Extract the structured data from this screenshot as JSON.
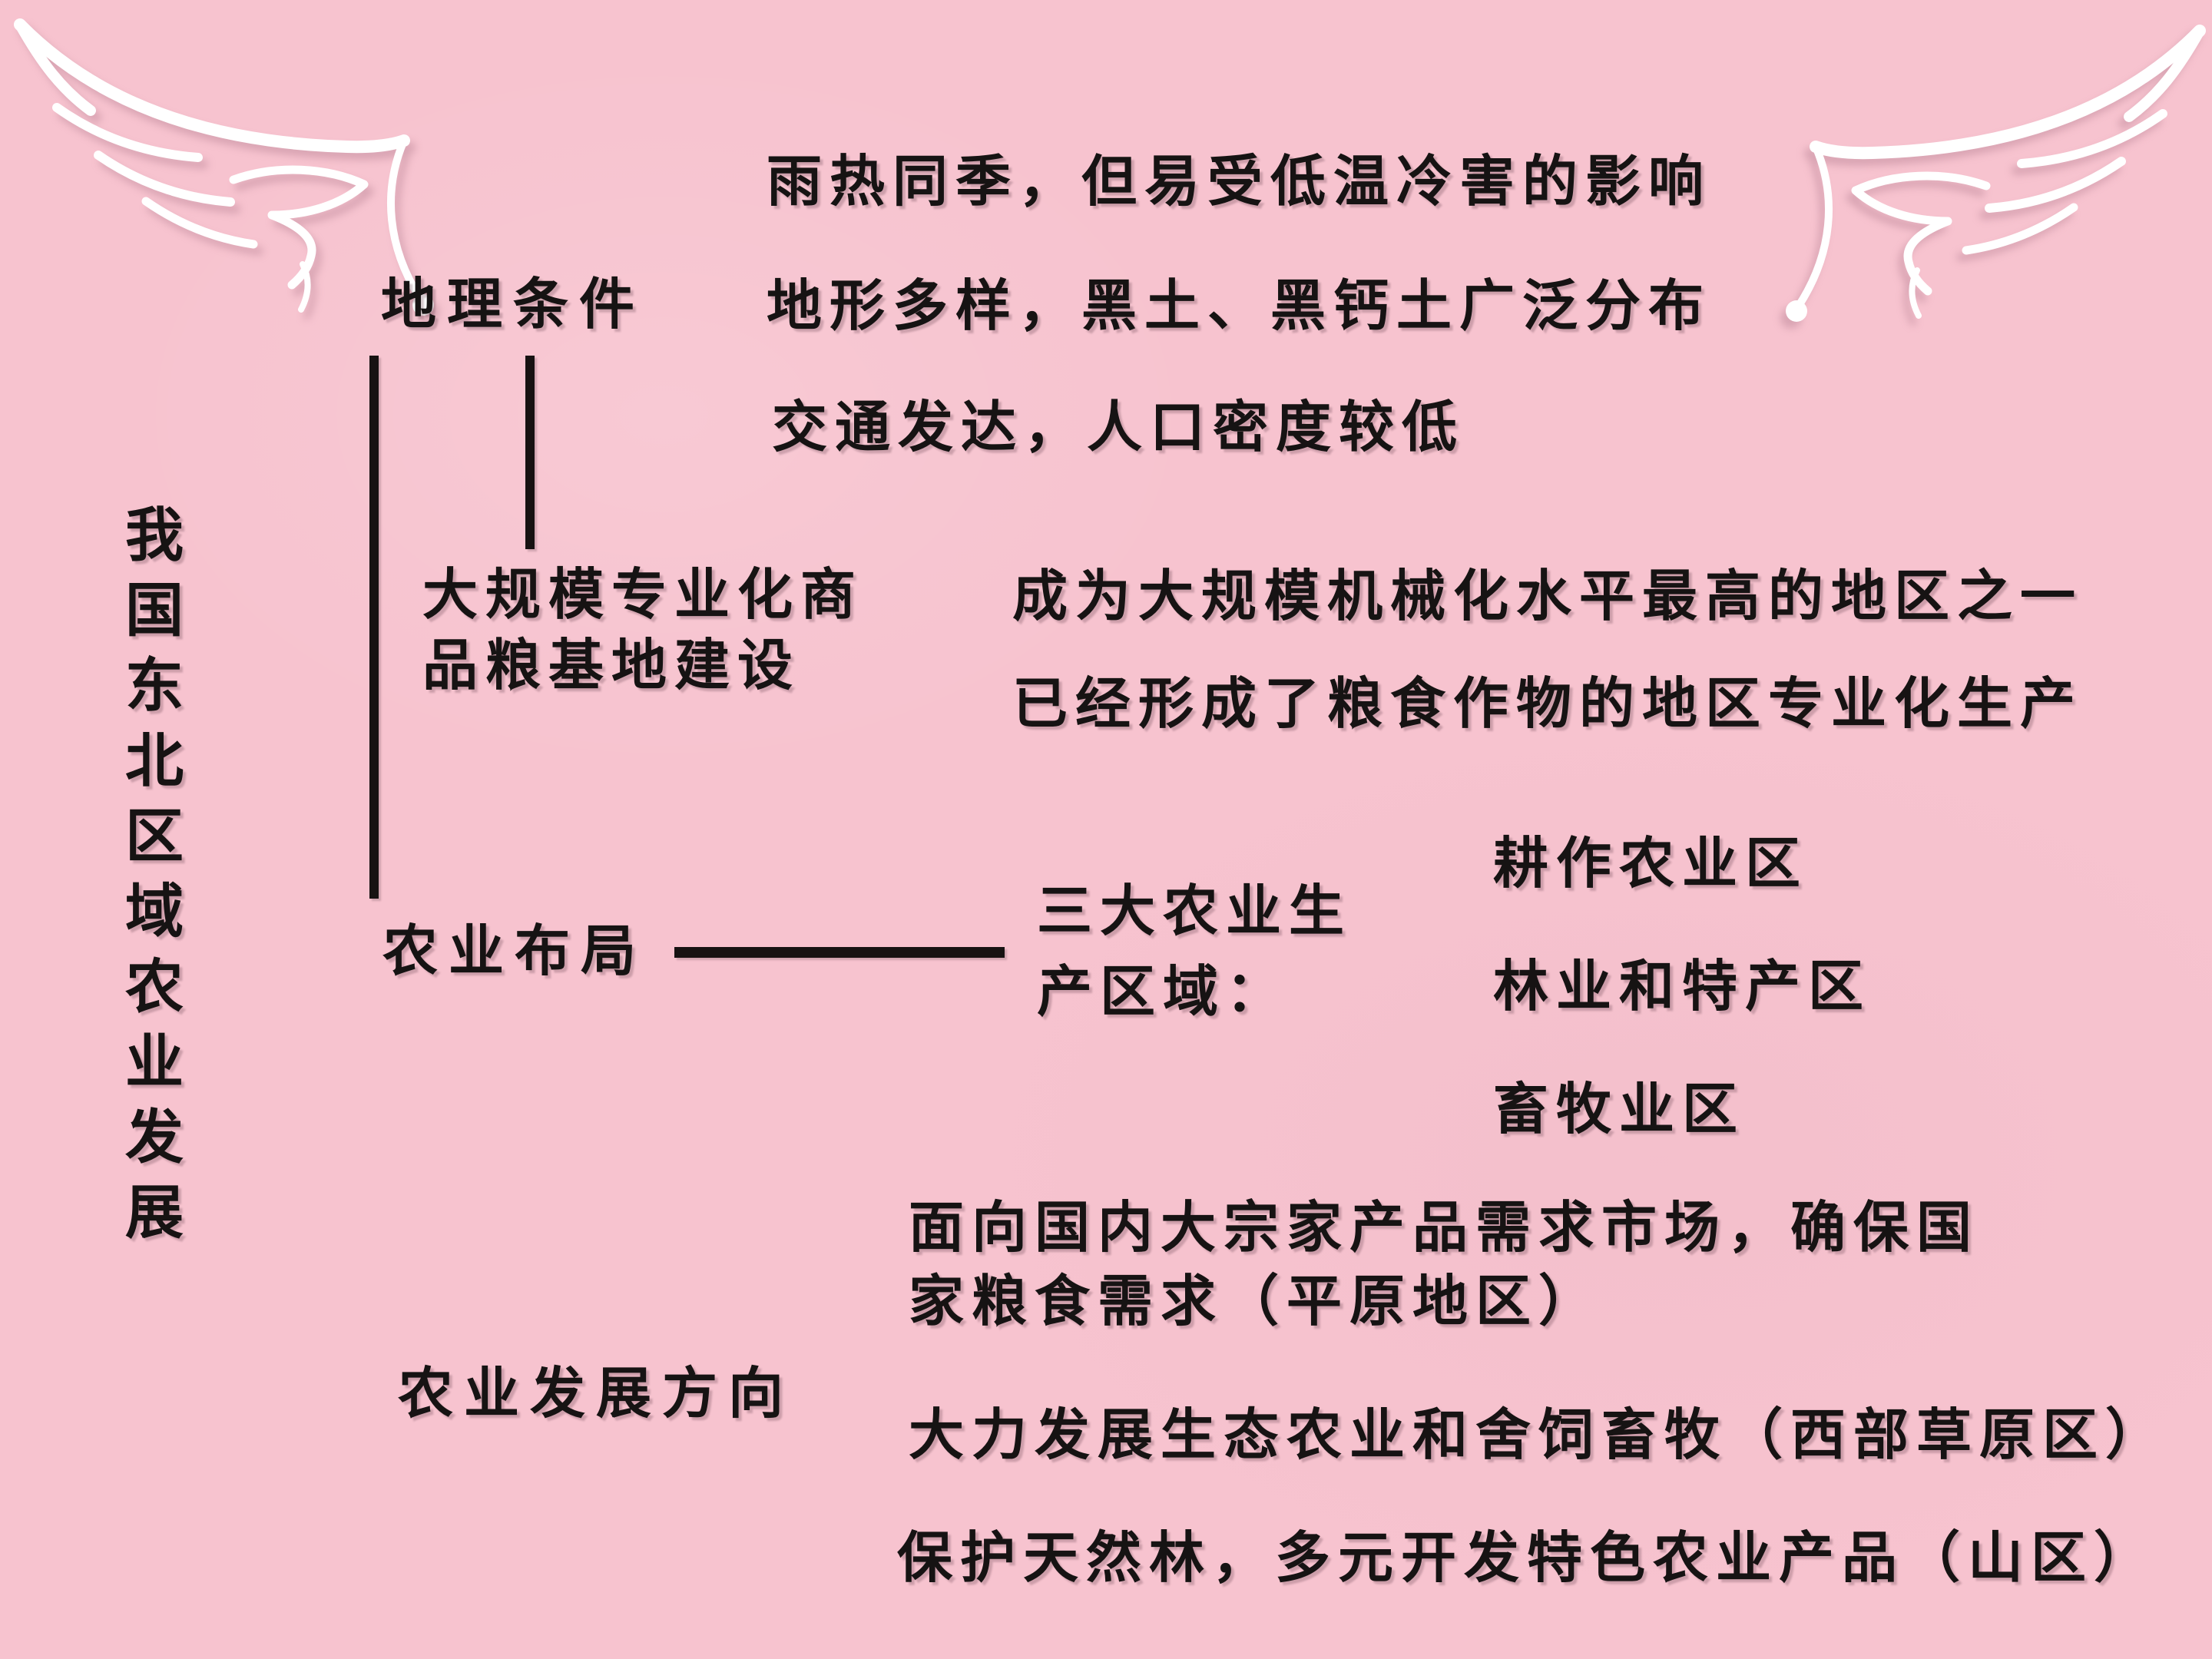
{
  "page": {
    "background_color": "#f7c3cf",
    "text_color": "#161313",
    "wing_color": "#ffffff",
    "title_vertical": "我国东北区域农业发展"
  },
  "sections": {
    "geography": {
      "label": "地理条件",
      "items": [
        "雨热同季，但易受低温冷害的影响",
        "地形多样，黑土、黑钙土广泛分布",
        "交通发达，人口密度较低"
      ]
    },
    "grain_base": {
      "label_lines": [
        "大规模专业化商",
        "品粮基地建设"
      ],
      "items": [
        "成为大规模机械化水平最高的地区之一",
        "已经形成了粮食作物的地区专业化生产"
      ]
    },
    "layout": {
      "label": "农业布局",
      "three_zones_lines": [
        "三大农业生",
        "产区域："
      ],
      "regions": [
        "耕作农业区",
        "林业和特产区",
        "畜牧业区"
      ]
    },
    "direction": {
      "label": "农业发展方向",
      "item1_lines": [
        "面向国内大宗家产品需求市场，确保国",
        "家粮食需求（平原地区）"
      ],
      "item2": "大力发展生态农业和舍饲畜牧（西部草原区）",
      "item3": "保护天然林，多元开发特色农业产品（山区）"
    }
  }
}
